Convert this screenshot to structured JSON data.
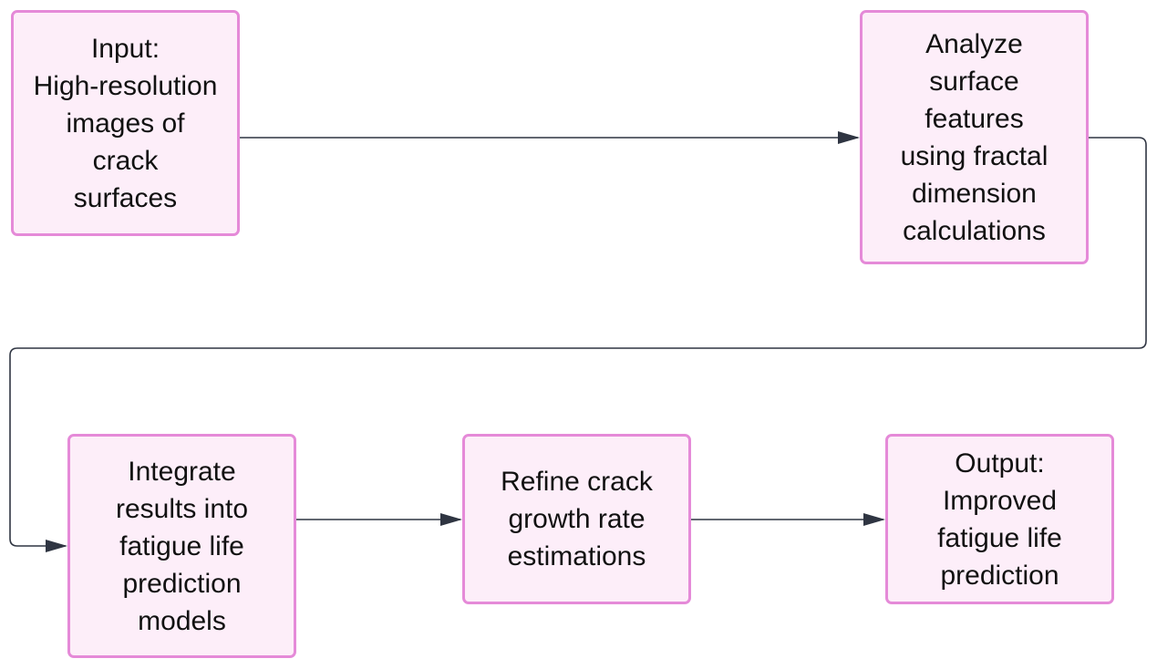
{
  "diagram": {
    "nodes": [
      {
        "id": "input",
        "lines": [
          "Input:",
          "High-resolution",
          "images of",
          "crack",
          "surfaces"
        ]
      },
      {
        "id": "analyze",
        "lines": [
          "Analyze",
          "surface",
          "features",
          "using fractal",
          "dimension",
          "calculations"
        ]
      },
      {
        "id": "integrate",
        "lines": [
          "Integrate",
          "results into",
          "fatigue life",
          "prediction",
          "models"
        ]
      },
      {
        "id": "refine",
        "lines": [
          "Refine crack",
          "growth rate",
          "estimations"
        ]
      },
      {
        "id": "output",
        "lines": [
          "Output:",
          "Improved",
          "fatigue life",
          "prediction"
        ]
      }
    ],
    "edges": [
      {
        "from": "input",
        "to": "analyze"
      },
      {
        "from": "analyze",
        "to": "integrate"
      },
      {
        "from": "integrate",
        "to": "refine"
      },
      {
        "from": "refine",
        "to": "output"
      }
    ],
    "colors": {
      "node_fill": "#fdeef9",
      "node_border": "#e58ad8",
      "connector": "#2f3542",
      "text": "#111111"
    }
  }
}
